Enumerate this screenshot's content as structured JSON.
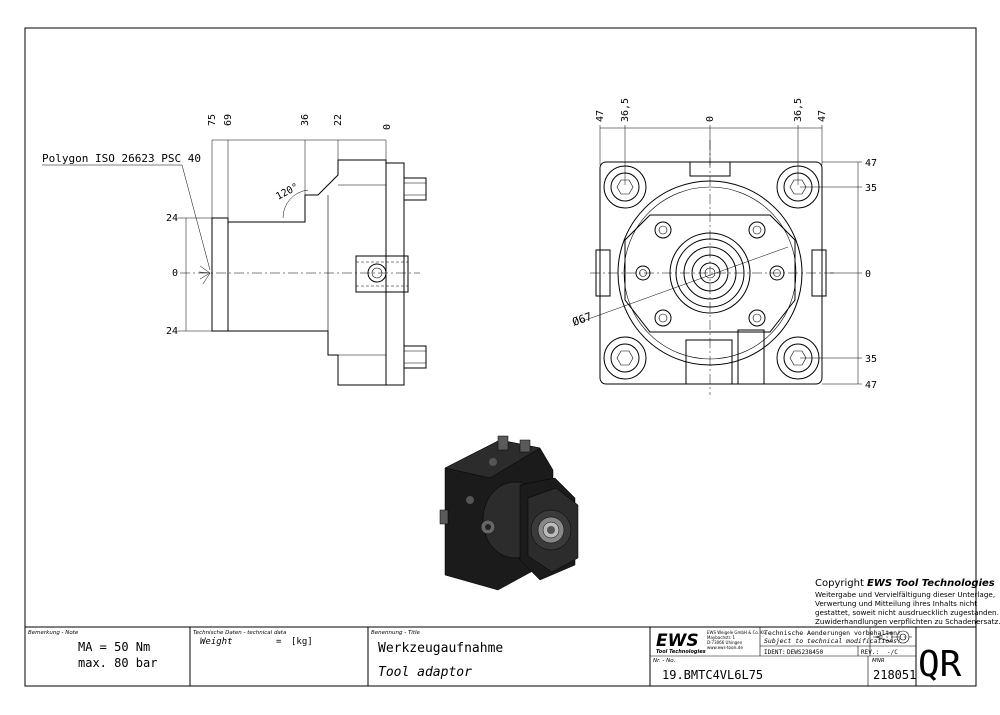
{
  "drawing": {
    "polygon_note": "Polygon ISO 26623 PSC 40",
    "angle_label": "120°",
    "diameter_label": "Ø67",
    "side_top_dims": [
      "75",
      "69",
      "36",
      "22",
      "0"
    ],
    "side_left_dims": [
      "24",
      "0",
      "24"
    ],
    "front_top_dims": [
      "47",
      "36,5",
      "0",
      "36,5",
      "47"
    ],
    "front_right_dims": [
      "47",
      "35",
      "0",
      "35",
      "47"
    ]
  },
  "copyright": {
    "title_prefix": "Copyright ",
    "title_brand": "EWS Tool Technologies",
    "lines": [
      "Weitergabe und Vervielfältigung dieser Unterlage,",
      "Verwertung und Mitteilung ihres Inhalts nicht",
      "gestattet, soweit nicht ausdruecklich zugestanden.",
      "Zuwiderhandlungen verpflichten zu Schadenersatz."
    ]
  },
  "title_block": {
    "note_header": "Bemerkung - Note",
    "note_lines": [
      "MA = 50 Nm",
      "max. 80 bar"
    ],
    "tech_header": "Technische Daten - technical data",
    "weight_label": "Weight",
    "weight_eq": "=",
    "weight_unit": "[kg]",
    "title_header": "Benennung - Title",
    "title_de": "Werkzeugaufnahme",
    "title_en": "Tool adaptor",
    "logo_text": "EWS",
    "logo_sub": "Tool Technologies",
    "company_lines": [
      "EWS Weigele GmbH & Co. KG",
      "Maybachstr. 1",
      "D-73066 Uhingen",
      "www.ews-tools.de"
    ],
    "changes_de": "Technische Aenderungen vorbehalten!",
    "changes_en": "Subject to technical modifications!",
    "ident_label": "IDENT:",
    "ident_value": "DEWS238450",
    "rev_label": "REV.:",
    "rev_value": "-/C",
    "nr_header": "Nr. - No.",
    "part_no": "19.BMTC4VL6L75",
    "mnr_header": "MNR",
    "mnr_value": "218051",
    "qr_label": "QR"
  }
}
